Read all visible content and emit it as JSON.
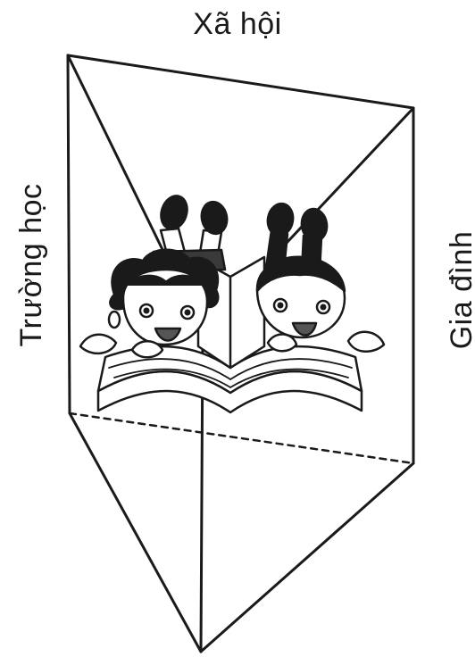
{
  "labels": {
    "top": "Xã hội",
    "left": "Trường học",
    "right": "Gia đình"
  },
  "figure": {
    "subject": "two children lying on their stomachs reading an open book inside a triangular prism",
    "line_color": "#1a1a1a"
  }
}
